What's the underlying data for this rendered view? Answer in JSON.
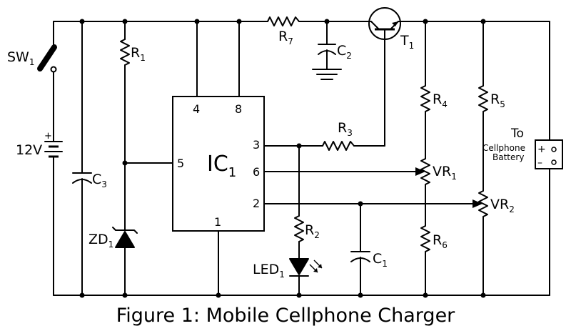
{
  "caption": "Figure 1: Mobile Cellphone Charger",
  "ic": {
    "name": "IC",
    "sub": "1",
    "pins": {
      "p1": "1",
      "p2": "2",
      "p3": "3",
      "p4": "4",
      "p5": "5",
      "p6": "6",
      "p8": "8"
    }
  },
  "components": {
    "sw1": {
      "name": "SW",
      "sub": "1"
    },
    "battery": {
      "label": "12V",
      "plus": "+"
    },
    "r1": {
      "name": "R",
      "sub": "1"
    },
    "r2": {
      "name": "R",
      "sub": "2"
    },
    "r3": {
      "name": "R",
      "sub": "3"
    },
    "r4": {
      "name": "R",
      "sub": "4"
    },
    "r5": {
      "name": "R",
      "sub": "5"
    },
    "r6": {
      "name": "R",
      "sub": "6"
    },
    "r7": {
      "name": "R",
      "sub": "7"
    },
    "c1": {
      "name": "C",
      "sub": "1"
    },
    "c2": {
      "name": "C",
      "sub": "2"
    },
    "c3": {
      "name": "C",
      "sub": "3"
    },
    "t1": {
      "name": "T",
      "sub": "1"
    },
    "vr1": {
      "name": "VR",
      "sub": "1"
    },
    "vr2": {
      "name": "VR",
      "sub": "2"
    },
    "zd1": {
      "name": "ZD",
      "sub": "1"
    },
    "led1": {
      "name": "LED",
      "sub": "1"
    }
  },
  "output": {
    "to": "To",
    "line1": "Cellphone",
    "line2": "Battery",
    "plus": "+",
    "minus": "–"
  }
}
